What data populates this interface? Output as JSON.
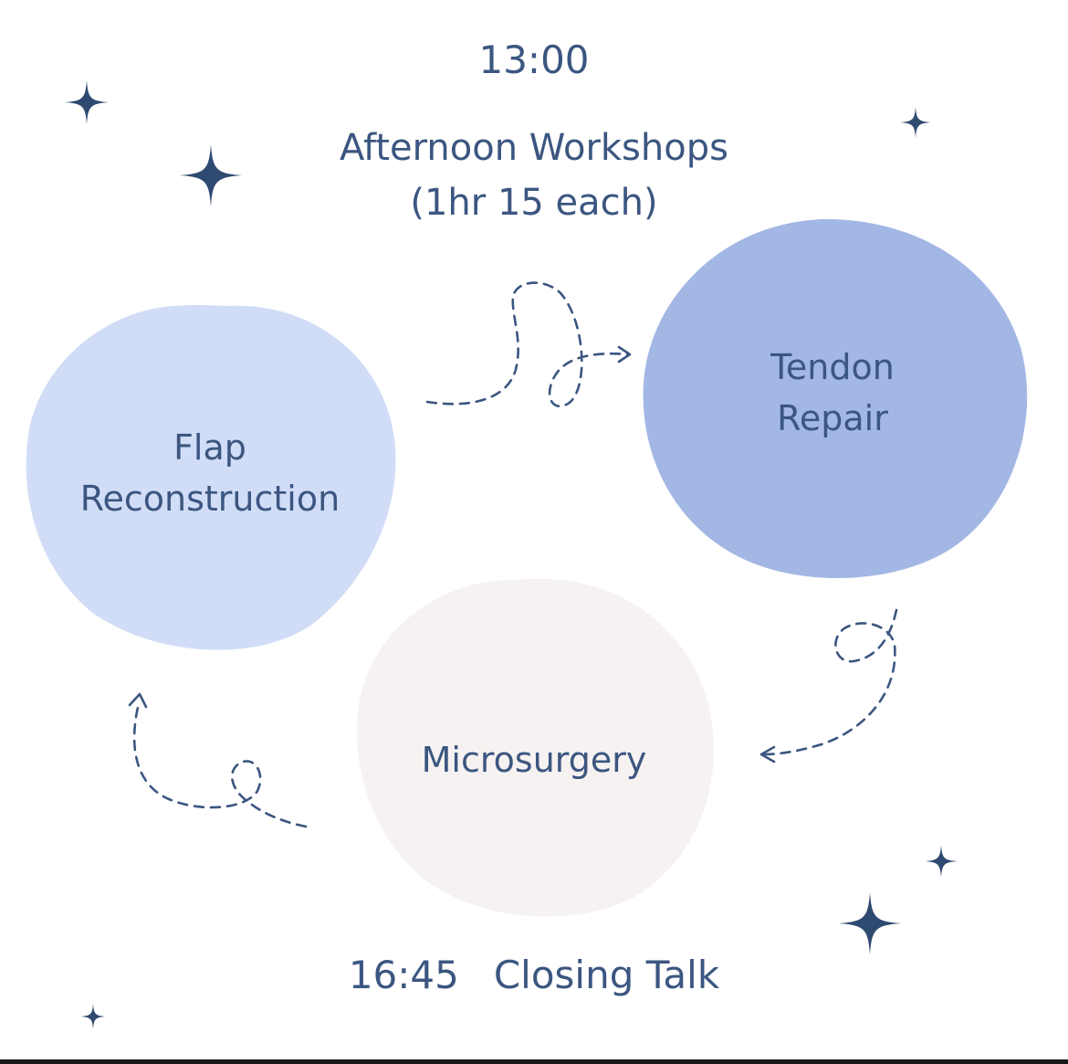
{
  "header": {
    "start_time": "13:00",
    "title_line1": "Afternoon Workshops",
    "title_line2": "(1hr 15 each)"
  },
  "workshops": [
    {
      "name_line1": "Flap",
      "name_line2": "Reconstruction",
      "color": "#d1ddf6"
    },
    {
      "name_line1": "Tendon",
      "name_line2": "Repair",
      "color": "#a3b7e4"
    },
    {
      "name_line1": "Microsurgery",
      "name_line2": "",
      "color": "#f6f2f1"
    }
  ],
  "footer": {
    "end_time": "16:45",
    "closing_label": "Closing Talk"
  },
  "colors": {
    "text": "#3b5680",
    "star": "#2f4a70",
    "arrow": "#3b5680"
  },
  "icons": [
    "sparkle-icon",
    "dashed-loop-arrow-icon"
  ]
}
